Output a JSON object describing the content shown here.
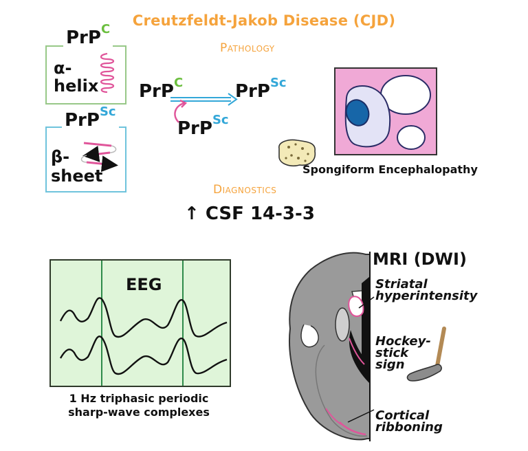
{
  "title": "Creutzfeldt-Jakob Disease (CJD)",
  "sections": {
    "pathology": "Pathology",
    "diagnostics": "Diagnostics"
  },
  "prion": {
    "base": "PrP",
    "normal_sup": "C",
    "scrapie_sup": "Sc",
    "alpha_label_1": "α-",
    "alpha_label_2": "helix",
    "beta_label_1": "β-",
    "beta_label_2": "sheet"
  },
  "pathology": {
    "caption": "Spongiform Encephalopathy"
  },
  "diagnostics": {
    "arrow": "↑",
    "csf": "CSF 14-3-3"
  },
  "eeg": {
    "label": "EEG",
    "caption_line1": "1 Hz triphasic periodic",
    "caption_line2": "sharp-wave complexes"
  },
  "mri": {
    "label": "MRI (DWI)",
    "striatal_1": "Striatal",
    "striatal_2": "hyperintensity",
    "hockey_1": "Hockey-",
    "hockey_2": "stick",
    "hockey_3": "sign",
    "cortical_1": "Cortical",
    "cortical_2": "ribboning"
  },
  "colors": {
    "orange": "#f5a33c",
    "green": "#6bbe3e",
    "blue": "#33a7d8",
    "pink": "#e0559a",
    "eeg_bg": "#dff5d9",
    "tissue": "#f0a9d6"
  }
}
